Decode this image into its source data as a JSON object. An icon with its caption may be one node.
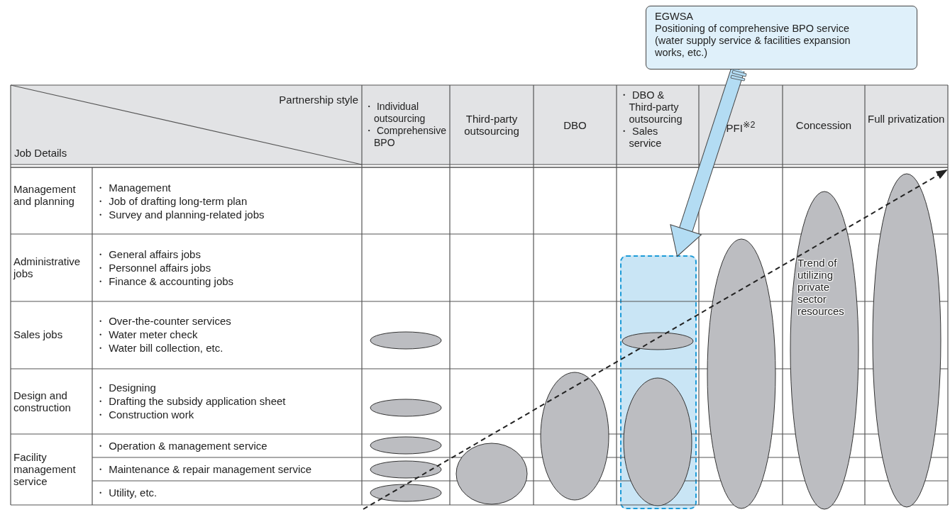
{
  "diagram": {
    "nodes": [
      {
        "text": [
          "EGWSA",
          "Positioning of comprehensive BPO service (water supply service & facilities expansion works, etc.)"
        ]
      },
      {
        "text": [],
        "shape": "box"
      }
    ],
    "edges": [
      {
        "from": 0,
        "to": 1,
        "arrow": "to"
      }
    ],
    "labels": [
      "Partnership style",
      "・ Individual outsourcing",
      "・ Comprehensive BPO",
      "Third-party outsourcing",
      "DBO",
      "・ DBO & Third-party outsourcing",
      "・ Sales service",
      "PFI$^{※2}$",
      "Concession",
      "Full privatization",
      "Job Details",
      "Management and planning",
      "・ Management",
      "・ Job of drafting long-term plan",
      "・ Survey and planning-related jobs",
      "Administrative jobs",
      "・ General affairs jobs",
      "・ Personnel affairs jobs",
      "・ Finance & accounting jobs",
      "Sales jobs",
      "・ Over-the-counter services",
      "・ Water meter check",
      "・ Water bill collection, etc.",
      "Design and construction",
      "・ Designing",
      "・ Drafting the subsidy application sheet",
      "・ Construction work",
      "Facility management service",
      "・ Operation & management service",
      "・ Maintenance & repair management service",
      "・ Utility, etc.",
      "Trend of utilizing private sector resources"
    ]
  }
}
